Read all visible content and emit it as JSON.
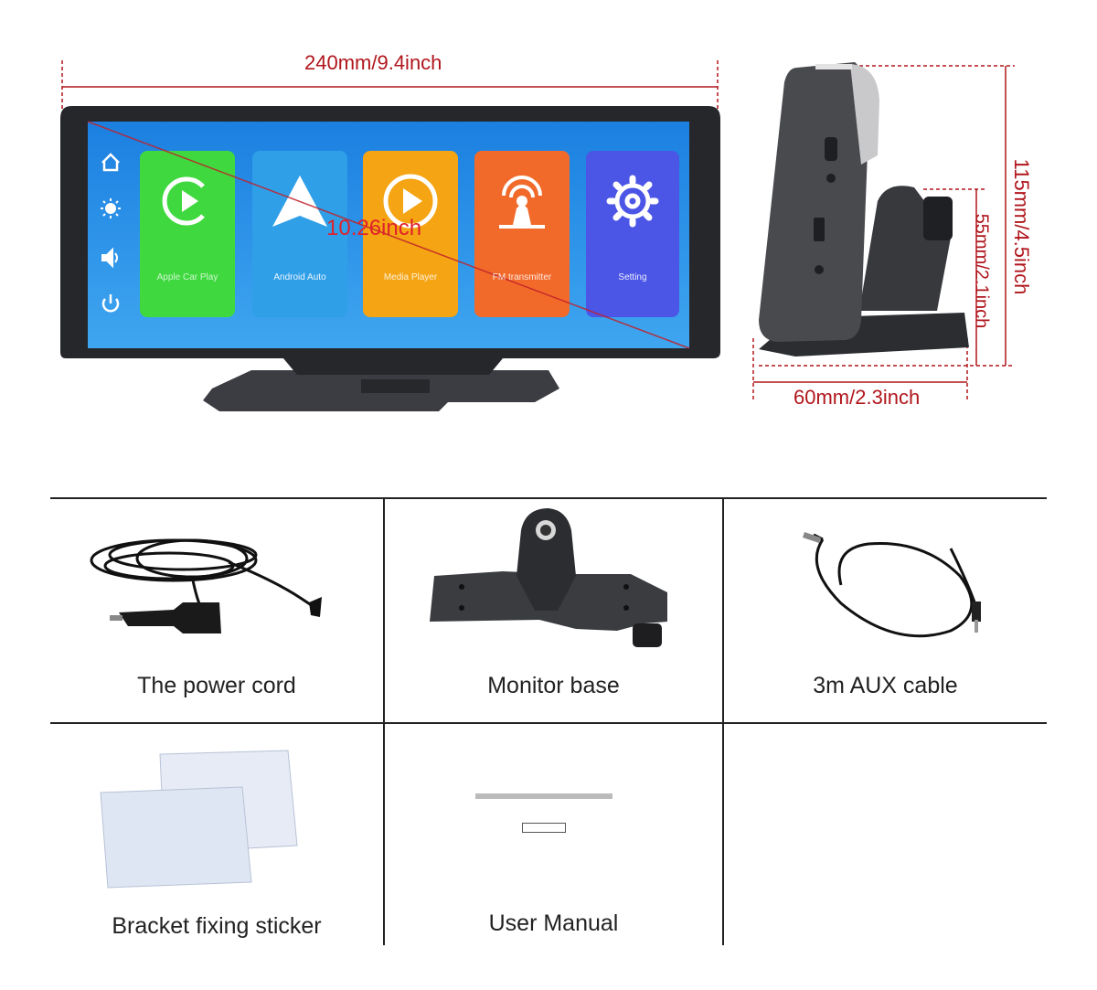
{
  "dimensions": {
    "width_label": "240mm/9.4inch",
    "diagonal_label": "10.26inch",
    "height_label": "115mm/4.5inch",
    "mount_height_label": "55mm/2.1inch",
    "depth_label": "60mm/2.3inch"
  },
  "screen": {
    "side_icons": [
      "home-icon",
      "brightness-icon",
      "volume-icon",
      "power-icon"
    ],
    "apps": [
      {
        "label": "Apple Car Play",
        "icon": "carplay-icon",
        "color": "#3fd93f"
      },
      {
        "label": "Android Auto",
        "icon": "android-auto-icon",
        "color": "#2f9fe8"
      },
      {
        "label": "Media Player",
        "icon": "media-player-icon",
        "color": "#f5a413"
      },
      {
        "label": "FM transmitter",
        "icon": "fm-transmitter-icon",
        "color": "#f26a2a"
      },
      {
        "label": "Setting",
        "icon": "gear-icon",
        "color": "#4b55e6"
      }
    ]
  },
  "accessories": [
    {
      "label": "The power cord"
    },
    {
      "label": "Monitor base"
    },
    {
      "label": "3m AUX cable"
    },
    {
      "label": "Bracket fixing sticker"
    },
    {
      "label": "User Manual"
    }
  ],
  "colors": {
    "dimension": "#b0161c",
    "grid": "#222222"
  }
}
